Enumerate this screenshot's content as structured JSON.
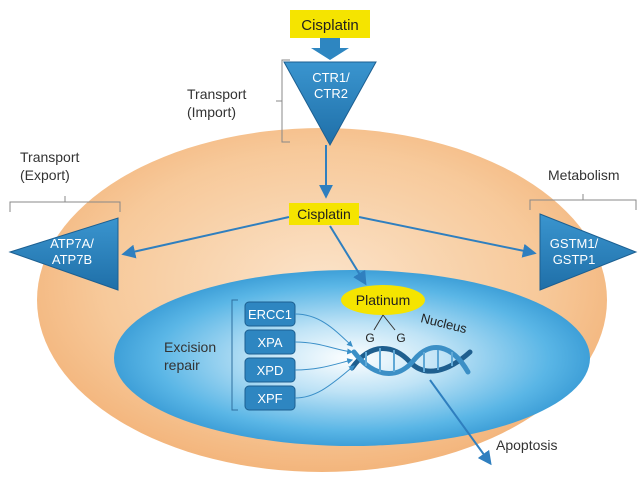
{
  "drug_top": "Cisplatin",
  "drug_center": "Cisplatin",
  "import_transporter": {
    "line1": "CTR1/",
    "line2": "CTR2"
  },
  "transport_import": {
    "line1": "Transport",
    "line2": "(Import)"
  },
  "transport_export": {
    "line1": "Transport",
    "line2": "(Export)"
  },
  "export_transporter": {
    "line1": "ATP7A/",
    "line2": "ATP7B"
  },
  "metabolism": "Metabolism",
  "metabolism_enzymes": {
    "line1": "GSTM1/",
    "line2": "GSTP1"
  },
  "platinum": "Platinum",
  "nucleus": "Nucleus",
  "guanine_left": "G",
  "guanine_right": "G",
  "excision_repair": {
    "line1": "Excision",
    "line2": "repair"
  },
  "repair_genes": [
    "ERCC1",
    "XPA",
    "XPD",
    "XPF"
  ],
  "apoptosis": "Apoptosis",
  "colors": {
    "highlight_yellow": "#f5e400",
    "transporter_blue": "#2e86c1",
    "arrow_blue": "#2f7fbf",
    "cell_orange": "#f6c08e",
    "nucleus_blue": "#4aaee2"
  }
}
